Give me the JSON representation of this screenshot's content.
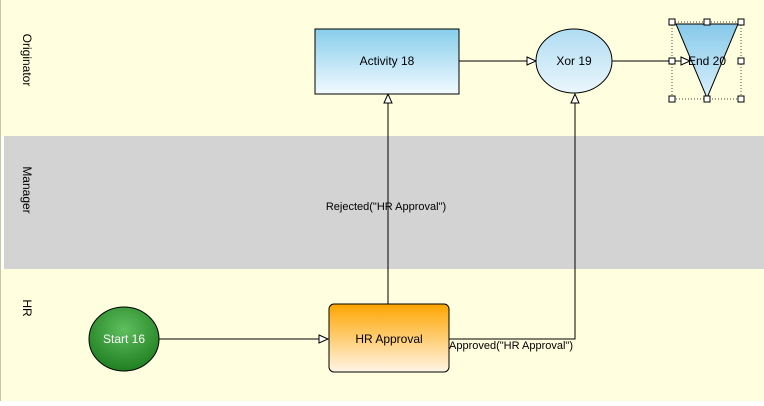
{
  "lanes": [
    {
      "id": "originator",
      "label": "Originator"
    },
    {
      "id": "manager",
      "label": "Manager"
    },
    {
      "id": "hr",
      "label": "HR"
    }
  ],
  "nodes": {
    "start": {
      "label": "Start 16",
      "type": "start-event"
    },
    "hr_approval": {
      "label": "HR Approval",
      "type": "activity"
    },
    "activity": {
      "label": "Activity 18",
      "type": "activity"
    },
    "xor": {
      "label": "Xor 19",
      "type": "xor-gateway"
    },
    "end": {
      "label": "End 20",
      "type": "end-event",
      "selected": true
    }
  },
  "edges": {
    "rejected": {
      "label": "Rejected(\"HR Approval\")"
    },
    "approved": {
      "label": "Approved(\"HR Approval\")"
    }
  },
  "colors": {
    "lane_light": "#ffffe0",
    "lane_gray": "#d3d3d3",
    "start_fill": "#228b22",
    "hr_approval_fill": "#ffa500",
    "activity_fill": "#87ceeb",
    "xor_fill": "#b0dcf2"
  }
}
